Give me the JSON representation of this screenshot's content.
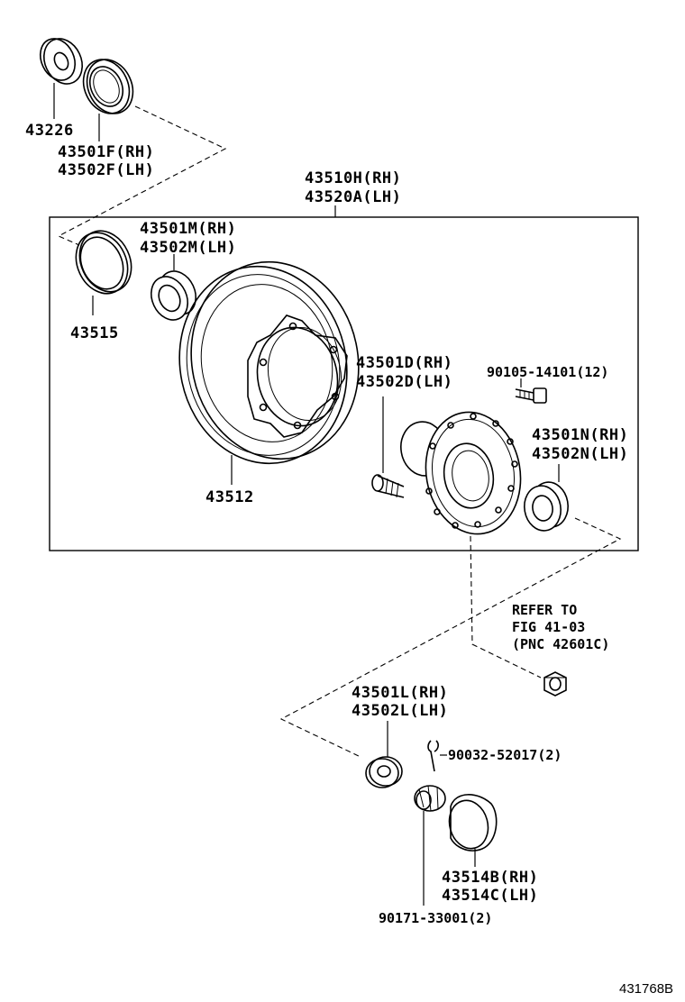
{
  "diagram": {
    "figure_id": "431768B",
    "assembly_label": [
      "43510H(RH)",
      "43520A(LH)"
    ],
    "parts": [
      {
        "id": "oil-seal-cap",
        "lines": [
          "43226"
        ]
      },
      {
        "id": "outer-oil-seal",
        "lines": [
          "43501F(RH)",
          "43502F(LH)"
        ]
      },
      {
        "id": "inner-oil-seal",
        "lines": [
          "43501M(RH)",
          "43502M(LH)"
        ]
      },
      {
        "id": "seal-ring",
        "lines": [
          "43515"
        ]
      },
      {
        "id": "disc-rotor",
        "lines": [
          "43512"
        ]
      },
      {
        "id": "hub-bolt",
        "lines": [
          "43501D(RH)",
          "43502D(LH)"
        ]
      },
      {
        "id": "disc-bolt",
        "lines": [
          "90105-14101(12)"
        ]
      },
      {
        "id": "outer-bearing",
        "lines": [
          "43501N(RH)",
          "43502N(LH)"
        ]
      },
      {
        "id": "refer-note",
        "lines": [
          "REFER TO",
          "FIG 41-03",
          "(PNC 42601C)"
        ]
      },
      {
        "id": "thrust-washer",
        "lines": [
          "43501L(RH)",
          "43502L(LH)"
        ]
      },
      {
        "id": "cotter-pin",
        "lines": [
          "90032-52017(2)"
        ]
      },
      {
        "id": "hub-cap",
        "lines": [
          "43514B(RH)",
          "43514C(LH)"
        ]
      },
      {
        "id": "lock-nut",
        "lines": [
          "90171-33001(2)"
        ]
      }
    ]
  }
}
